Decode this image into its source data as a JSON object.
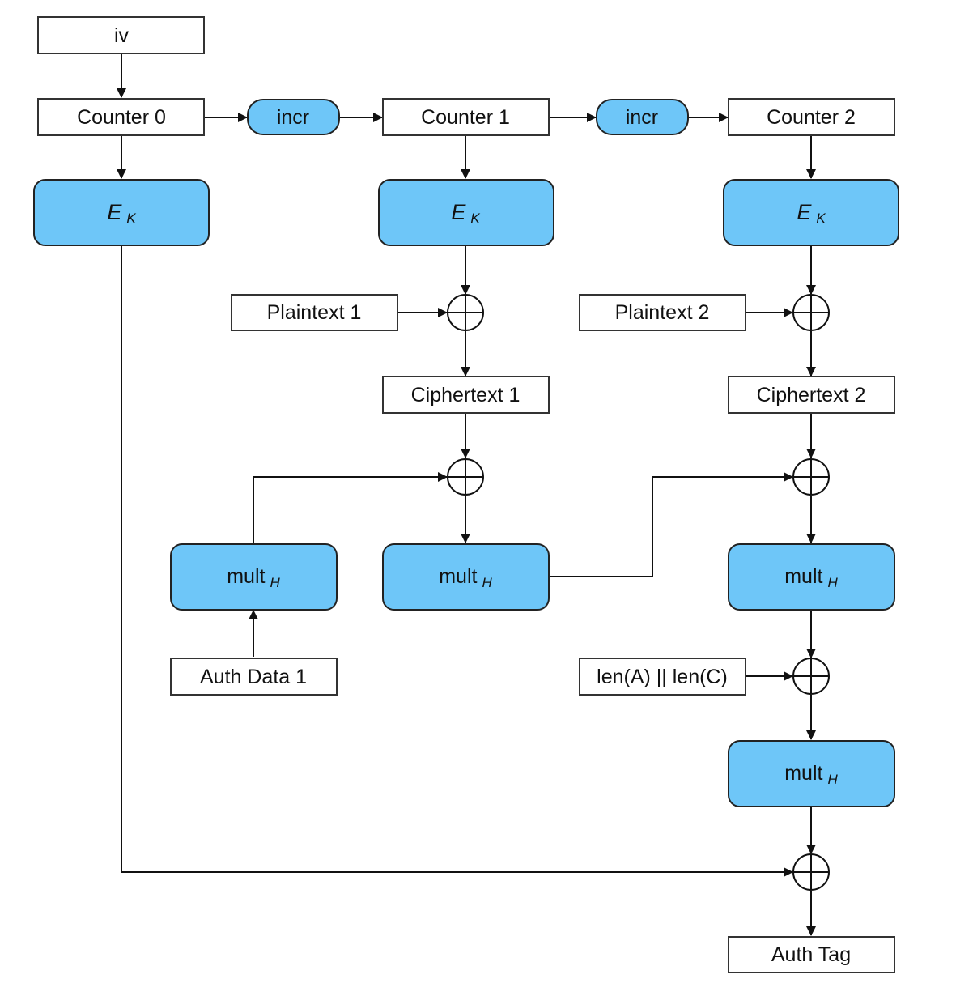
{
  "nodes": {
    "iv": "iv",
    "counter0": "Counter 0",
    "counter1": "Counter 1",
    "counter2": "Counter 2",
    "incr1": "incr",
    "incr2": "incr",
    "plaintext1": "Plaintext 1",
    "plaintext2": "Plaintext 2",
    "ciphertext1": "Ciphertext 1",
    "ciphertext2": "Ciphertext 2",
    "auth_data1": "Auth Data 1",
    "len": "len(A) || len(C)",
    "auth_tag": "Auth Tag"
  },
  "cipher_blocks": {
    "main": "E",
    "sub": "K"
  },
  "mult_blocks": {
    "main": "mult",
    "sub": "H"
  },
  "colors": {
    "block_fill": "#6ec6f8",
    "box_fill": "#ffffff",
    "stroke": "#111111"
  }
}
